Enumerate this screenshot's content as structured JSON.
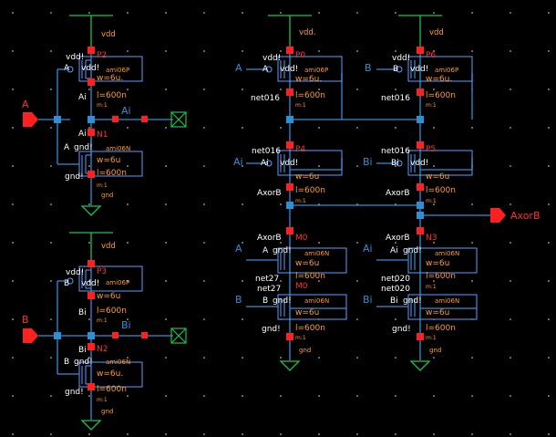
{
  "colors": {
    "background": "#000000",
    "wire": "#2f8fd6",
    "pin_text": "#2f8fd6",
    "device_body": "#3fa7ff",
    "device_outline": "#5aa0ff",
    "power": "#1fc24a",
    "label_text": "#ffffff",
    "param_text": "#ff9a30",
    "instance_text": "#ff3030",
    "pin_fill": "#ff2020",
    "node_dot": "#ff2020",
    "grid": "#dddddd"
  },
  "icons": {
    "input_pin": "red-arrow-pin",
    "output_pin": "red-arrow-pin",
    "vdd_symbol": "green-tee",
    "gnd_symbol": "green-triangle",
    "probe": "crossed-box"
  },
  "pins": {
    "in_a": "A",
    "in_b": "B",
    "out": "AxorB"
  },
  "nets": {
    "ai": "Ai",
    "bi": "Bi",
    "a": "A",
    "b": "B",
    "net016": "net016",
    "net27": "net27",
    "net020": "net020",
    "axorb": "AxorB"
  },
  "supplies": {
    "vdd": "vdd",
    "vdd_dot": "vdd.",
    "gnd": "gnd",
    "vdd_bang": "vdd!",
    "gnd_bang": "gnd!"
  },
  "models": {
    "pmos": "ami06P",
    "nmos": "ami06N"
  },
  "params": {
    "w6": "w=6u",
    "w6dot": "w=6u.",
    "w6dotdot": "w=6u.",
    "l600": "l=600n",
    "m1": "m:1"
  },
  "instances": [
    "P2",
    "N1",
    "P3",
    "N2",
    "P0",
    "P4",
    "M0",
    "P6",
    "P5",
    "N3"
  ]
}
